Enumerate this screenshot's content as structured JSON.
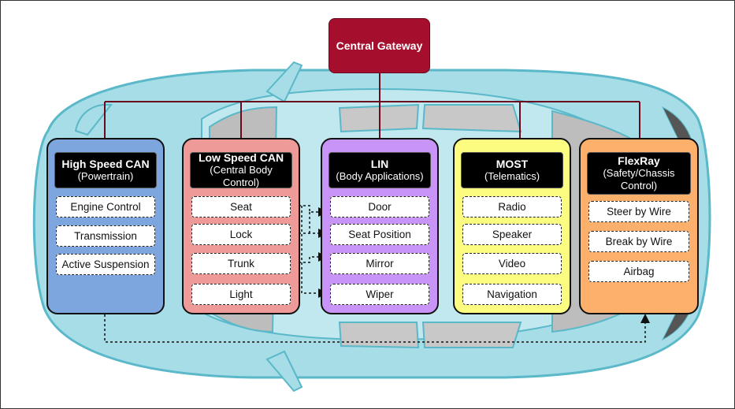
{
  "gateway": {
    "label": "Central Gateway"
  },
  "colors": {
    "gateway": "#a50f2d",
    "high_speed_can": "#7ea6de",
    "low_speed_can": "#ee9a98",
    "lin": "#c994f7",
    "most": "#fcfc80",
    "flexray": "#fcb06b",
    "car_body": "#9fdce6"
  },
  "buses": [
    {
      "title": "High Speed CAN",
      "subtitle": "(Powertrain)",
      "items": [
        "Engine Control",
        "Transmission",
        "Active Suspension"
      ]
    },
    {
      "title": "Low Speed CAN",
      "subtitle": "(Central Body Control)",
      "items": [
        "Seat",
        "Lock",
        "Trunk",
        "Light"
      ]
    },
    {
      "title": "LIN",
      "subtitle": "(Body Applications)",
      "items": [
        "Door",
        "Seat Position",
        "Mirror",
        "Wiper"
      ]
    },
    {
      "title": "MOST",
      "subtitle": "(Telematics)",
      "items": [
        "Radio",
        "Speaker",
        "Video",
        "Navigation"
      ]
    },
    {
      "title": "FlexRay",
      "subtitle": "(Safety/Chassis Control)",
      "items": [
        "Steer by Wire",
        "Break by Wire",
        "Airbag"
      ]
    }
  ]
}
